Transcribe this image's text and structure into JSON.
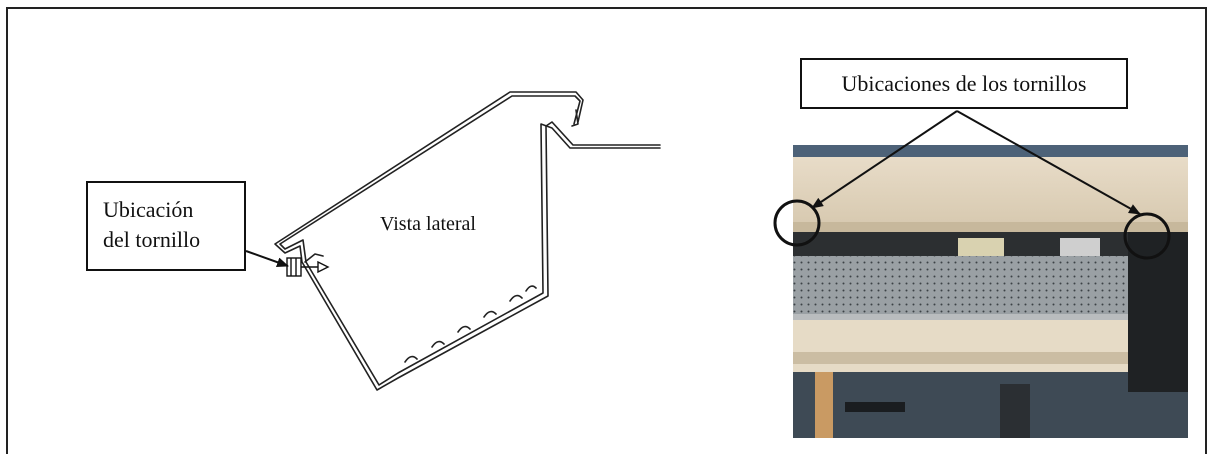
{
  "callouts": {
    "screw_location": {
      "line1": "Ubicación",
      "line2": "del tornillo"
    },
    "side_view": "Vista lateral",
    "screw_locations": "Ubicaciones de los tornillos"
  }
}
